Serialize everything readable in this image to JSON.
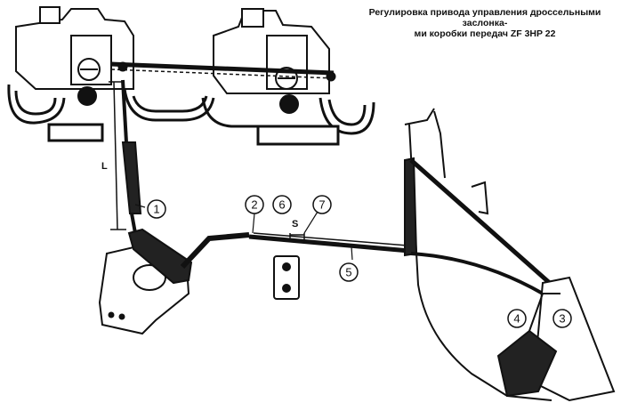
{
  "caption": {
    "line1": "Регулировка привода управления дроссельными заслонка-",
    "line2": "ми коробки передач ZF 3HP 22"
  },
  "callouts": [
    {
      "id": "1",
      "label": "1"
    },
    {
      "id": "2",
      "label": "2"
    },
    {
      "id": "3",
      "label": "3"
    },
    {
      "id": "4",
      "label": "4"
    },
    {
      "id": "5",
      "label": "5"
    },
    {
      "id": "6",
      "label": "6"
    },
    {
      "id": "7",
      "label": "7"
    }
  ],
  "dimensions": {
    "l_label": "L",
    "s_label": "S"
  }
}
